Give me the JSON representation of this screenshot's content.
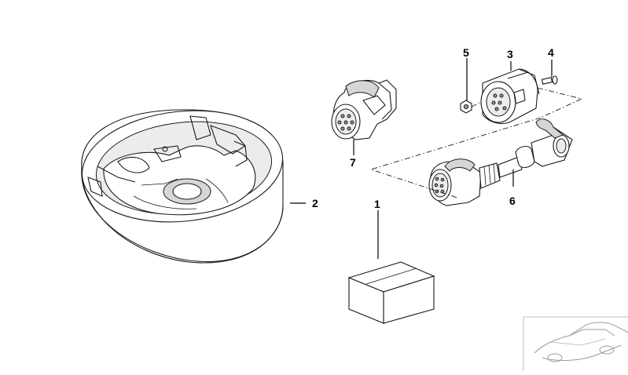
{
  "diagram": {
    "callouts": {
      "c1": "1",
      "c2": "2",
      "c3": "3",
      "c4": "4",
      "c5": "5",
      "c6": "6",
      "c7": "7"
    },
    "parts": {
      "spare_wheel_well_box": "spare-wheel-well-box",
      "cardboard_box": "cardboard-box",
      "socket_housing": "socket-housing",
      "screw": "screw",
      "nut": "nut",
      "adapter_cable": "adapter-cable",
      "plug_adapter": "plug-adapter",
      "car_thumbnail": "car-thumbnail"
    }
  }
}
